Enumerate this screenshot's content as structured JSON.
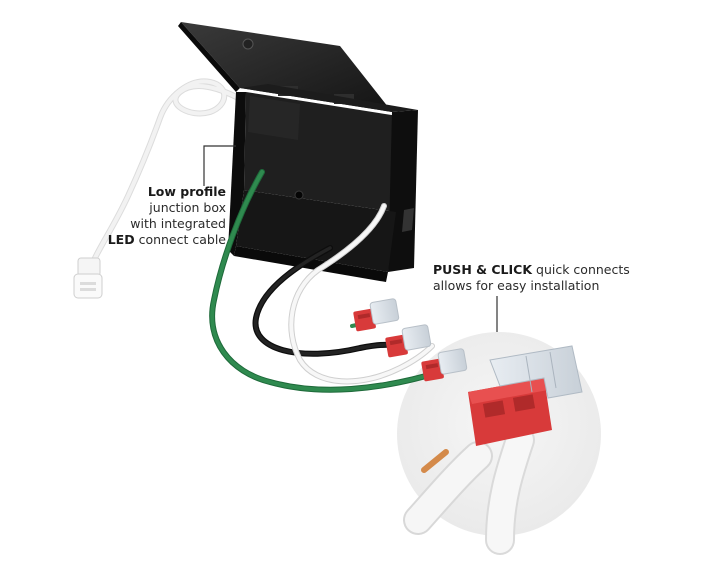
{
  "callouts": {
    "box": {
      "line1_bold": "Low profile",
      "line2": "junction box",
      "line3": "with integrated",
      "line4_bold": "LED",
      "line4_rest": " connect cable"
    },
    "connectors": {
      "line1_bold": "PUSH & CLICK",
      "line1_rest": " quick connects",
      "line2": "allows for easy installation"
    }
  },
  "colors": {
    "box": "#111111",
    "connector_red": "#d83a3a",
    "wire_green": "#2f8a4f",
    "wire_black": "#151515",
    "wire_white": "#f4f4f4",
    "copper": "#d48a4a",
    "zoom_circle": "#f1f1f1"
  }
}
